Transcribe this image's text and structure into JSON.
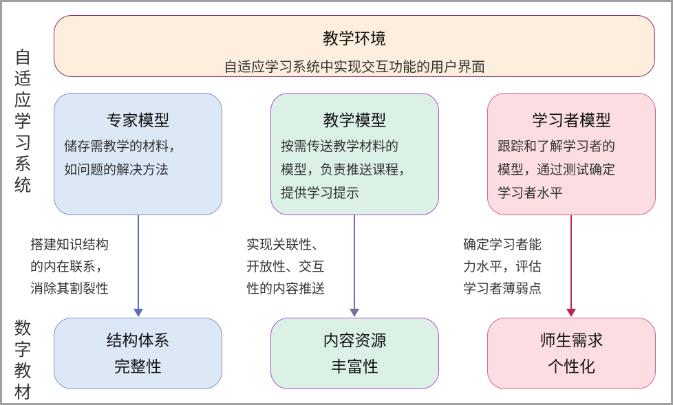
{
  "side_labels": {
    "system": "自适应学习系统",
    "textbook": "数字教材"
  },
  "environment": {
    "title": "教学环境",
    "subtitle": "自适应学习系统中实现交互功能的用户界面"
  },
  "models": [
    {
      "title": "专家模型",
      "desc": [
        "储存需教学的材料，",
        "如问题的解决方法"
      ]
    },
    {
      "title": "教学模型",
      "desc": [
        "按需传送教学材料的",
        "模型，负责推送课程，",
        "提供学习提示"
      ]
    },
    {
      "title": "学习者模型",
      "desc": [
        "跟踪和了解学习者的",
        "模型，通过测试确定",
        "学习者水平"
      ]
    }
  ],
  "arrows": [
    {
      "label": [
        "搭建知识结构",
        "的内在联系，",
        "消除其割裂性"
      ],
      "color": "#5a6fb5"
    },
    {
      "label": [
        "实现关联性、",
        "开放性、交互",
        "性的内容推送"
      ],
      "color": "#7d6a9e"
    },
    {
      "label": [
        "确定学习者能",
        "力水平，评估",
        "学习者薄弱点"
      ],
      "color": "#c0254f"
    }
  ],
  "outcomes": [
    {
      "lines": [
        "结构体系",
        "完整性"
      ]
    },
    {
      "lines": [
        "内容资源",
        "丰富性"
      ]
    },
    {
      "lines": [
        "师生需求",
        "个性化"
      ]
    }
  ]
}
